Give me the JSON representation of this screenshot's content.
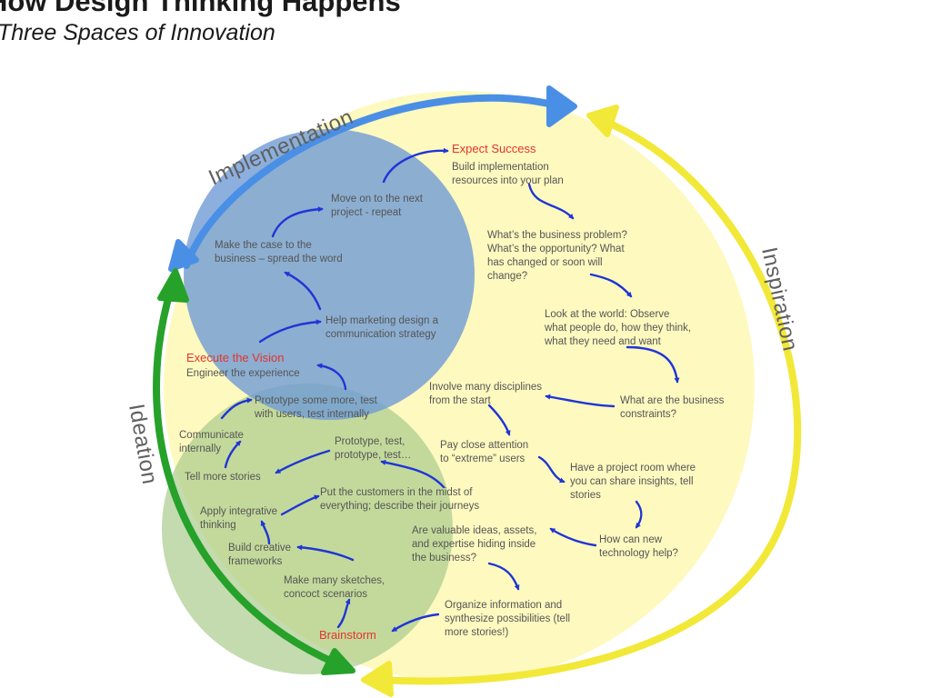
{
  "header": {
    "title": "How Design Thinking Happens",
    "subtitle": "Three Spaces of Innovation"
  },
  "spaces": {
    "implementation": "Implementation",
    "inspiration": "Inspiration",
    "ideation": "Ideation"
  },
  "colors": {
    "implementation_circle": "#7aa2d8",
    "inspiration_circle": "#fdf7a9",
    "ideation_circle": "#a9cc8c",
    "implementation_arrow": "#4a8fe6",
    "inspiration_arrow": "#f2e838",
    "ideation_arrow": "#26a12a",
    "flow_arrow": "#1f35d6",
    "highlight_text": "#e2342d"
  },
  "steps": {
    "expect_success": {
      "title": "Expect Success",
      "lines": [
        "Build implementation",
        "resources into your plan"
      ]
    },
    "business_problem": {
      "lines": [
        "What’s the business problem?",
        "What’s the opportunity?  What",
        "has changed or soon will",
        "change?"
      ]
    },
    "look_at_world": {
      "lines": [
        "Look at the world: Observe",
        "what people do, how they think,",
        "what they need and want"
      ]
    },
    "business_constraints": {
      "lines": [
        "What are the business",
        "constraints?"
      ]
    },
    "involve_disciplines": {
      "lines": [
        "Involve many disciplines",
        "from the start"
      ]
    },
    "extreme_users": {
      "lines": [
        "Pay close attention",
        "to “extreme” users"
      ]
    },
    "project_room": {
      "lines": [
        "Have a project room where",
        "you can share insights, tell",
        "stories"
      ]
    },
    "new_technology": {
      "lines": [
        "How can new",
        "technology help?"
      ]
    },
    "hidden_ideas": {
      "lines": [
        "Are valuable ideas, assets,",
        "and expertise hiding inside",
        "the business?"
      ]
    },
    "organize_info": {
      "lines": [
        "Organize information and",
        "synthesize possibilities (tell",
        "more stories!)"
      ]
    },
    "brainstorm": {
      "title": "Brainstorm"
    },
    "sketches": {
      "lines": [
        "Make many sketches,",
        "concoct scenarios"
      ]
    },
    "frameworks": {
      "lines": [
        "Build creative",
        "frameworks"
      ]
    },
    "integrative": {
      "lines": [
        "Apply integrative",
        "thinking"
      ]
    },
    "customers": {
      "lines": [
        "Put the customers in the midst of",
        "everything; describe their journeys"
      ]
    },
    "prototype_test": {
      "lines": [
        "Prototype, test,",
        "prototype, test…"
      ]
    },
    "more_stories": {
      "lines": [
        "Tell more stories"
      ]
    },
    "communicate": {
      "lines": [
        "Communicate",
        "internally"
      ]
    },
    "prototype_more": {
      "lines": [
        "Prototype some more, test",
        "with users, test internally"
      ]
    },
    "execute_vision": {
      "title": "Execute the Vision",
      "lines": [
        "Engineer the experience"
      ]
    },
    "marketing": {
      "lines": [
        "Help marketing design a",
        "communication strategy"
      ]
    },
    "make_case": {
      "lines": [
        "Make the case to the",
        "business – spread the word"
      ]
    },
    "next_project": {
      "lines": [
        "Move on to the next",
        "project - repeat"
      ]
    }
  }
}
